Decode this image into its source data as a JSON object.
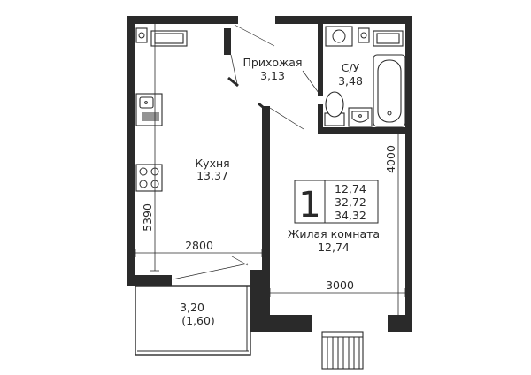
{
  "rooms": [
    {
      "key": "hall",
      "name": "Прихожая",
      "area": "3,13"
    },
    {
      "key": "bath",
      "name": "С/У",
      "area": "3,48"
    },
    {
      "key": "kitchen",
      "name": "Кухня",
      "area": "13,37"
    },
    {
      "key": "living",
      "name": "Жилая комната",
      "area": "12,74"
    },
    {
      "key": "balcony",
      "name": "",
      "area": "3,20",
      "sub_area": "(1,60)"
    }
  ],
  "summary": {
    "rooms_count": "1",
    "areas": [
      "12,74",
      "32,72",
      "34,32"
    ]
  },
  "dimensions": {
    "kitchen_width": "2800",
    "kitchen_depth": "5390",
    "living_width": "3000",
    "living_depth": "4000"
  },
  "colors": {
    "walls": "#2a2a2a",
    "background": "#ffffff"
  }
}
